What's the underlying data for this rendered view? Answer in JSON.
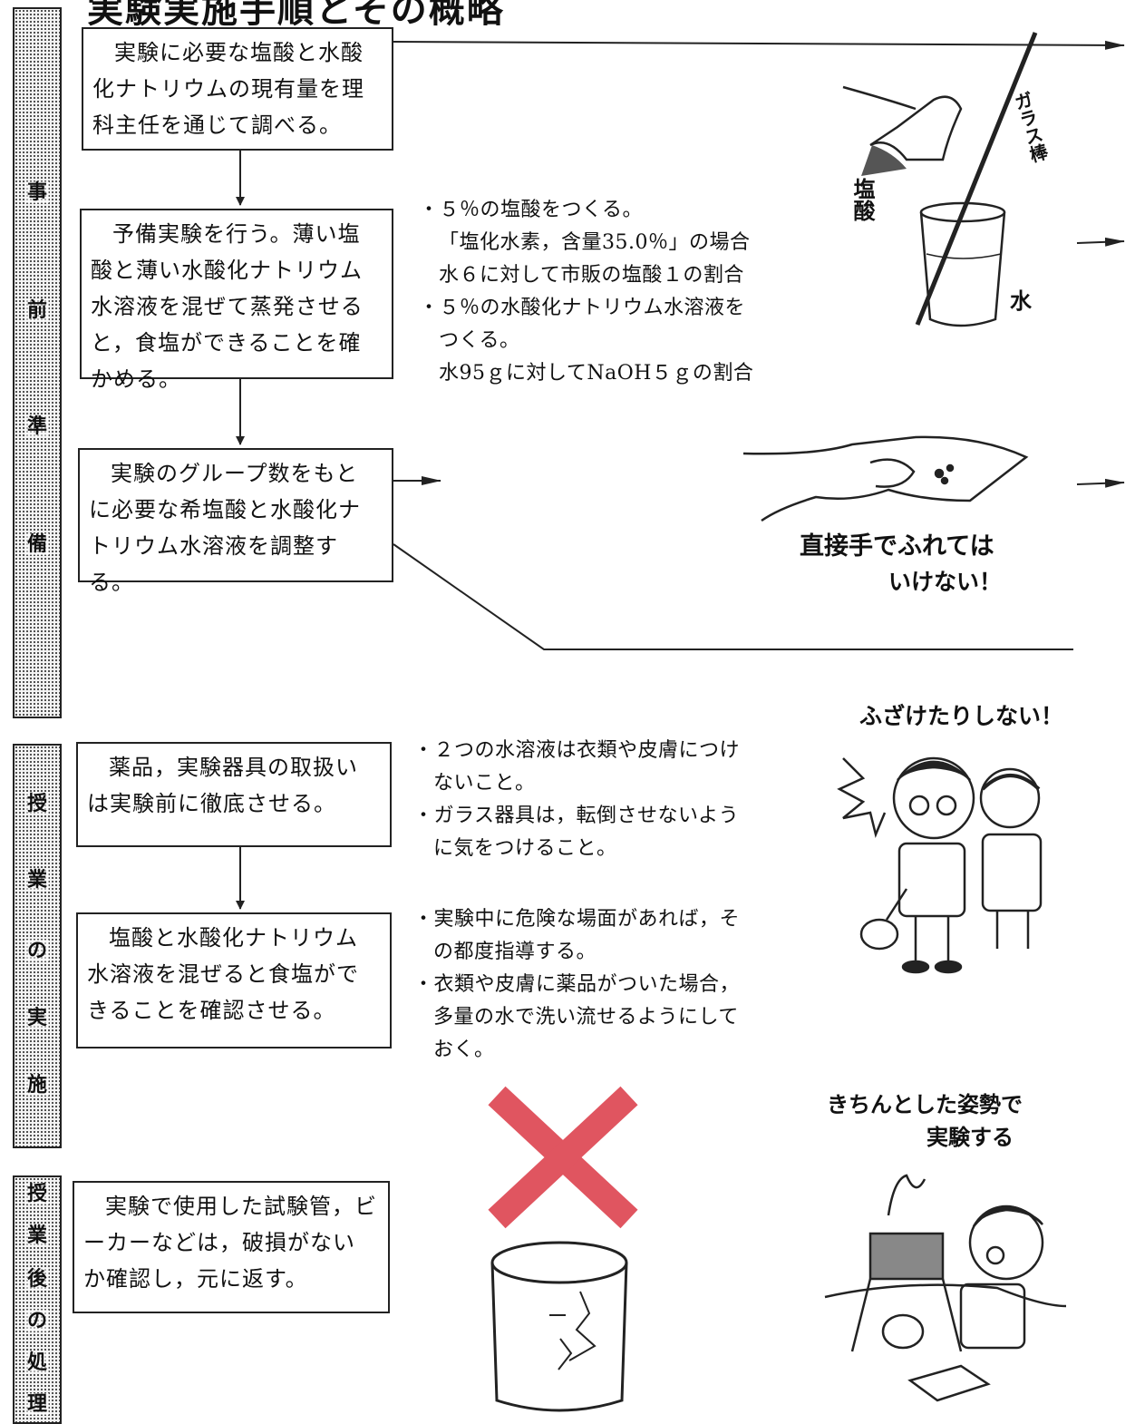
{
  "header": {
    "title": "実験実施手順とその概略"
  },
  "phases": [
    {
      "label": "事前準備",
      "chars": [
        "事",
        "前",
        "準",
        "備"
      ]
    },
    {
      "label": "授業の実施",
      "chars": [
        "授",
        "業",
        "の",
        "実",
        "施"
      ]
    },
    {
      "label": "授業後の処理",
      "chars": [
        "授",
        "業",
        "後",
        "の",
        "処",
        "理"
      ]
    }
  ],
  "steps": [
    "実験に必要な塩酸と水酸化ナトリウムの現有量を理科主任を通じて調べる。",
    "予備実験を行う。薄い塩酸と薄い水酸化ナトリウム水溶液を混ぜて蒸発させると，食塩ができることを確かめる。",
    "実験のグループ数をもとに必要な希塩酸と水酸化ナトリウム水溶液を調整する。",
    "薬品，実験器具の取扱いは実験前に徹底させる。",
    "塩酸と水酸化ナトリウム水溶液を混ぜると食塩ができることを確認させる。",
    "実験で使用した試験管，ビーカーなどは，破損がないか確認し，元に返す。"
  ],
  "notes": {
    "prep": [
      "・５％の塩酸をつくる。",
      "「塩化水素，含量35.0％」の場合",
      "水６に対して市販の塩酸１の割合",
      "・５％の水酸化ナトリウム水溶液を",
      "つくる。",
      "水95ｇに対してNaOH５ｇの割合"
    ],
    "clothes": [
      "・２つの水溶液は衣類や皮膚につけ",
      "ないこと。",
      "・ガラス器具は，転倒させないよう",
      "に気をつけること。"
    ],
    "danger": [
      "・実験中に危険な場面があれば，そ",
      "の都度指導する。",
      "・衣類や皮膚に薬品がついた場合，",
      "多量の水で洗い流せるようにして",
      "おく。"
    ]
  },
  "illustrations": {
    "glass_rod": "ガラス棒",
    "hcl": "塩酸",
    "water": "水",
    "no_touch_1": "直接手でふれては",
    "no_touch_2": "いけない！",
    "no_fooling": "ふざけたりしない！",
    "posture_1": "きちんとした姿勢で",
    "posture_2": "実験する"
  },
  "colors": {
    "cross": "#e05560",
    "ink": "#222222"
  }
}
